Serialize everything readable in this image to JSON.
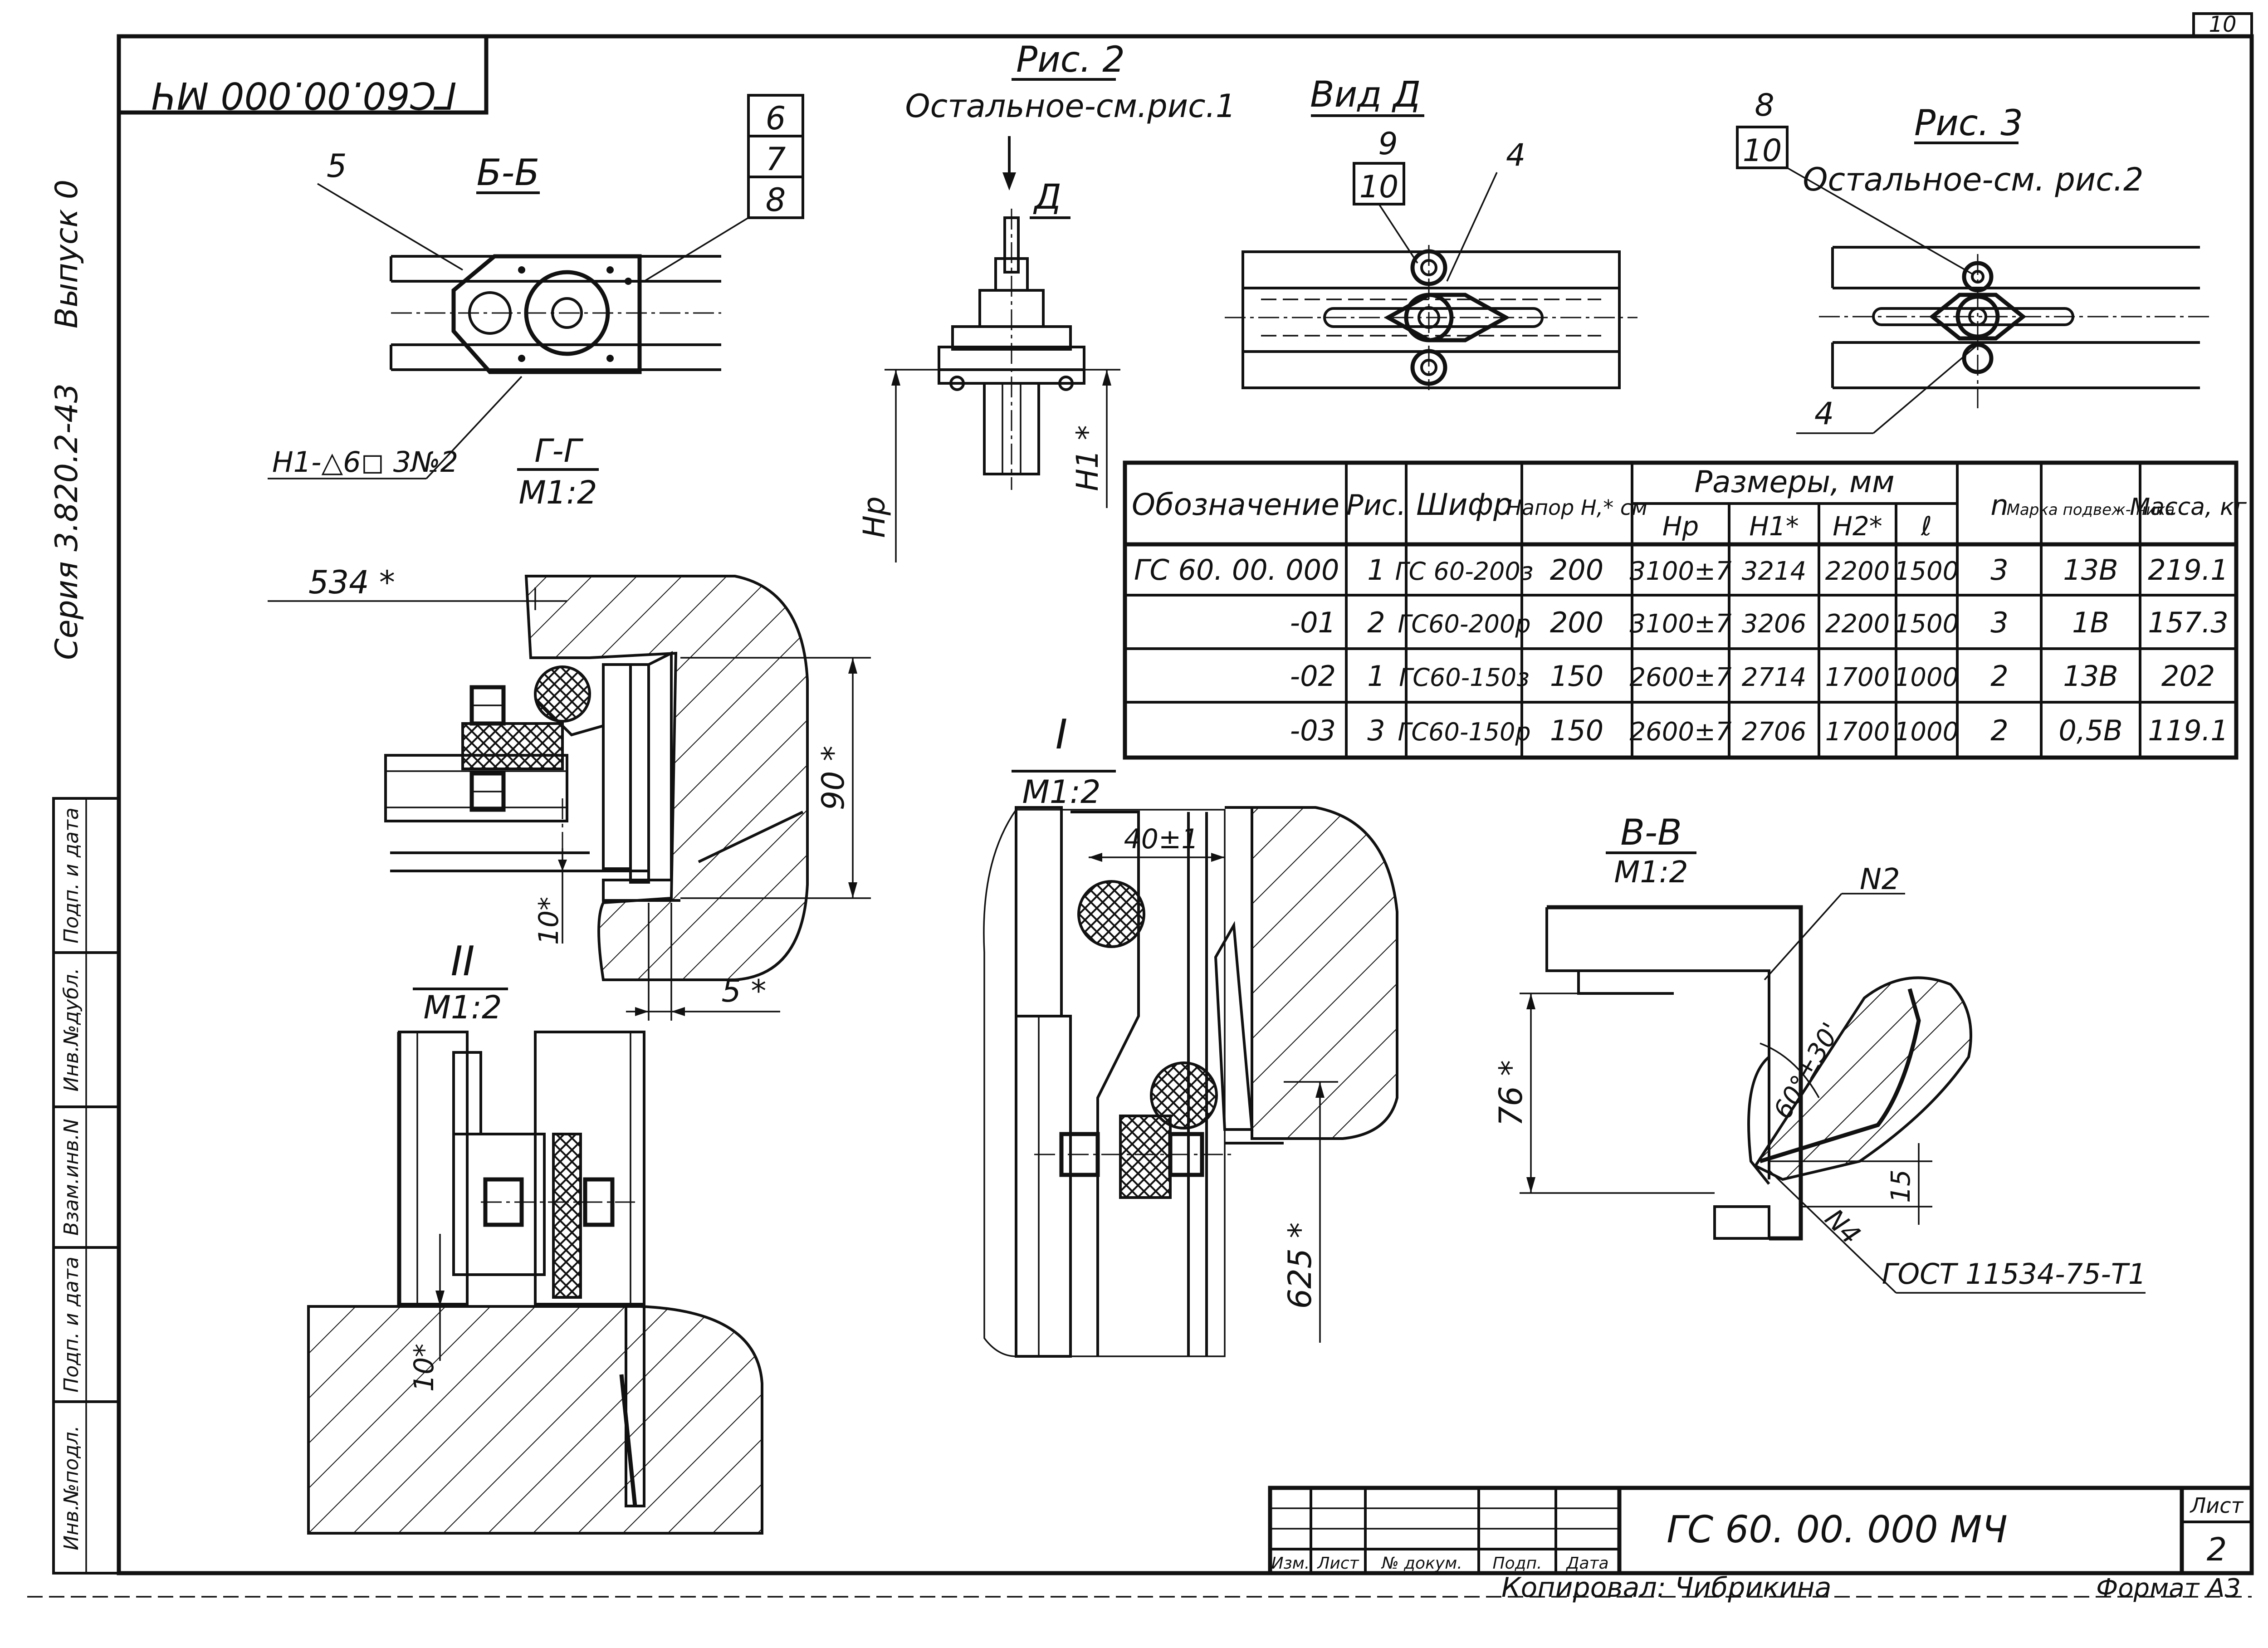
{
  "sheet": {
    "corner_number": "10",
    "stamp_mirrored": "ГС60.00.000 МЧ",
    "side_series": "Серия 3.820.2-43",
    "side_issue": "Выпуск 0",
    "doc_code": "ГС 60. 00. 000 МЧ",
    "sheet_label": "Лист",
    "sheet_number": "2",
    "copied": "Копировал: Чибрикина",
    "format": "Формат А3"
  },
  "left_margin_cells": [
    "Инв.№подл.",
    "Подп. и дата",
    "Взам.инв.N",
    "Инв.№дубл.",
    "Подп. и дата"
  ],
  "title_block_cols": [
    "Изм.",
    "Лист",
    "№ докум.",
    "Подп.",
    "Дата"
  ],
  "views": {
    "bb_title": "Б-Б",
    "bb_labels": [
      "5",
      "6",
      "7",
      "8"
    ],
    "weld_note": "Н1-△6◻ 3№2",
    "gg_title": "Г-Г",
    "gg_scale": "М1:2",
    "fig2_title": "Рис. 2",
    "fig2_note": "Остальное-см.рис.1",
    "view_d_arrow": "Д",
    "dim_hp": "Hр",
    "dim_h1": "H1 *",
    "view_d_title": "Вид Д",
    "view_d_labels": [
      "9",
      "10",
      "4"
    ],
    "fig3_title": "Рис. 3",
    "fig3_note": "Остальное-см. рис.2",
    "fig3_labels": [
      "8",
      "10",
      "4"
    ],
    "dim_534": "534 *",
    "dim_90": "90 *",
    "dim_10a": "10*",
    "dim_5": "5 *",
    "detail1_title": "I",
    "detail1_scale": "М1:2",
    "dim_40": "40±1",
    "dim_625": "625 *",
    "detail2_title": "II",
    "detail2_scale": "М1:2",
    "dim_10b": "10*",
    "vv_title": "В-В",
    "vv_scale": "М1:2",
    "n2": "N2",
    "angle": "60°±30'",
    "dim_76": "76 *",
    "dim_15": "15",
    "n4": "N4",
    "gost": "ГОСТ 11534-75-Т1"
  },
  "table": {
    "header_top": [
      "Обозначение",
      "Рис.",
      "Шифр",
      "Напор Н,* см",
      "Размеры, мм",
      "n",
      "Марка подвеж- ника",
      "Масса, кг"
    ],
    "header_sub": [
      "Hр",
      "H1*",
      "H2*",
      "ℓ"
    ],
    "rows": [
      [
        "ГС 60. 00. 000",
        "1",
        "ГС 60-200з",
        "200",
        "3100±7",
        "3214",
        "2200",
        "1500",
        "3",
        "13В",
        "219.1"
      ],
      [
        "-01",
        "2",
        "ГС60-200р",
        "200",
        "3100±7",
        "3206",
        "2200",
        "1500",
        "3",
        "1В",
        "157.3"
      ],
      [
        "-02",
        "1",
        "ГС60-150з",
        "150",
        "2600±7",
        "2714",
        "1700",
        "1000",
        "2",
        "13В",
        "202"
      ],
      [
        "-03",
        "3",
        "ГС60-150р",
        "150",
        "2600±7",
        "2706",
        "1700",
        "1000",
        "2",
        "0,5В",
        "119.1"
      ]
    ]
  }
}
